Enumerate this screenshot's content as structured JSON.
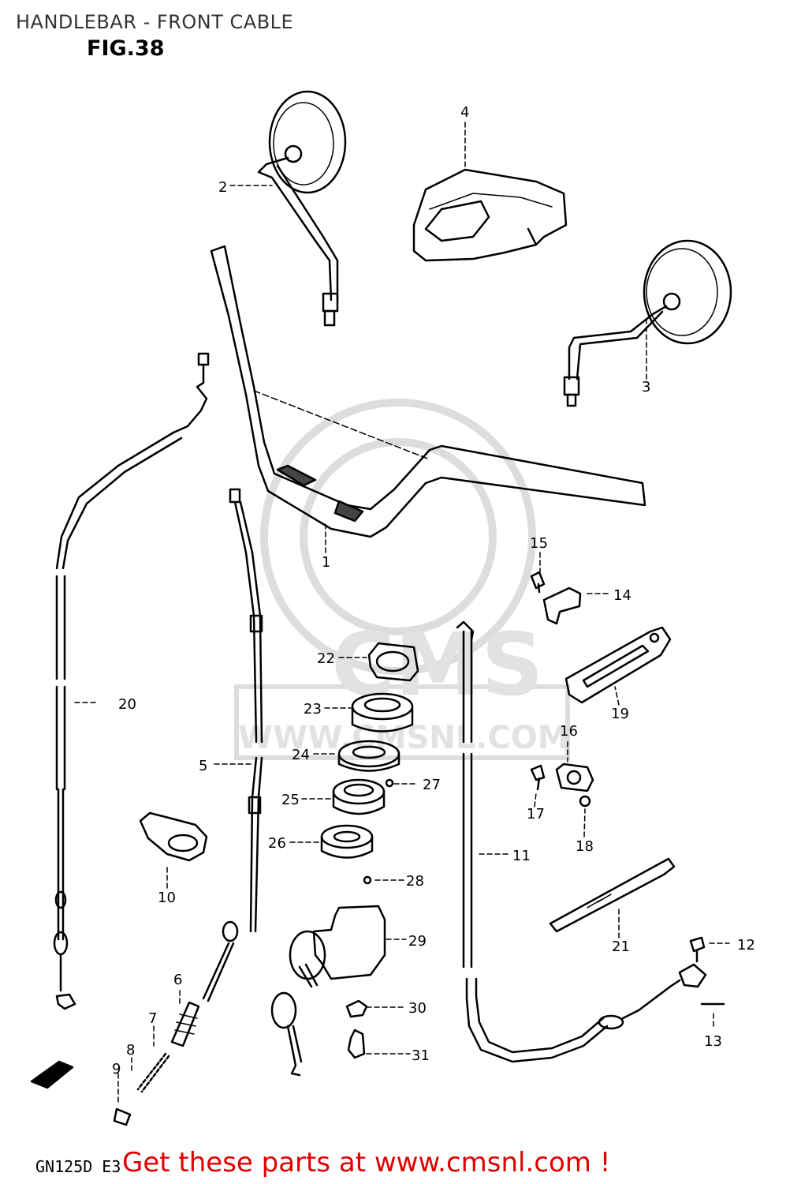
{
  "header": {
    "title": "HANDLEBAR - FRONT CABLE",
    "figure": "FIG.38"
  },
  "footer": {
    "model_code": "GN125D E3",
    "link_text": "Get these parts at www.cmsnl.com !"
  },
  "watermark": {
    "logo_text": "CMS",
    "url_text": "WWW.CMSNL.COM"
  },
  "part_labels": [
    "1",
    "2",
    "3",
    "4",
    "5",
    "6",
    "7",
    "8",
    "9",
    "10",
    "11",
    "12",
    "13",
    "14",
    "15",
    "16",
    "17",
    "18",
    "19",
    "20",
    "21",
    "22",
    "23",
    "24",
    "25",
    "26",
    "27",
    "28",
    "29",
    "30",
    "31"
  ],
  "colors": {
    "ink": "#000000",
    "title": "#333333",
    "footer_link": "#e00000",
    "watermark": "#d9d9d9"
  }
}
